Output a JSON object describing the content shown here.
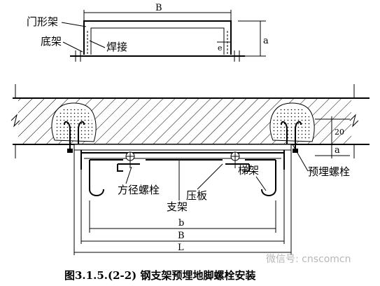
{
  "labels": {
    "door_frame": "门形架",
    "base_frame": "底架",
    "weld": "焊接",
    "square_bolt": "方径螺栓",
    "pressure_plate": "压板",
    "ladder_frame": "梯架",
    "support": "支架",
    "embedded_bolt": "预埋螺栓"
  },
  "dimensions": {
    "top_width": "B",
    "top_height": "a",
    "top_e": "e",
    "slab_20": "20",
    "slab_a": "a",
    "inner_b": "b",
    "outer_B": "B",
    "total_L": "L"
  },
  "caption": "图3.1.5.(2-2)  钢支架预埋地脚螺栓安装",
  "watermark": "微信号: cnscomcn"
}
